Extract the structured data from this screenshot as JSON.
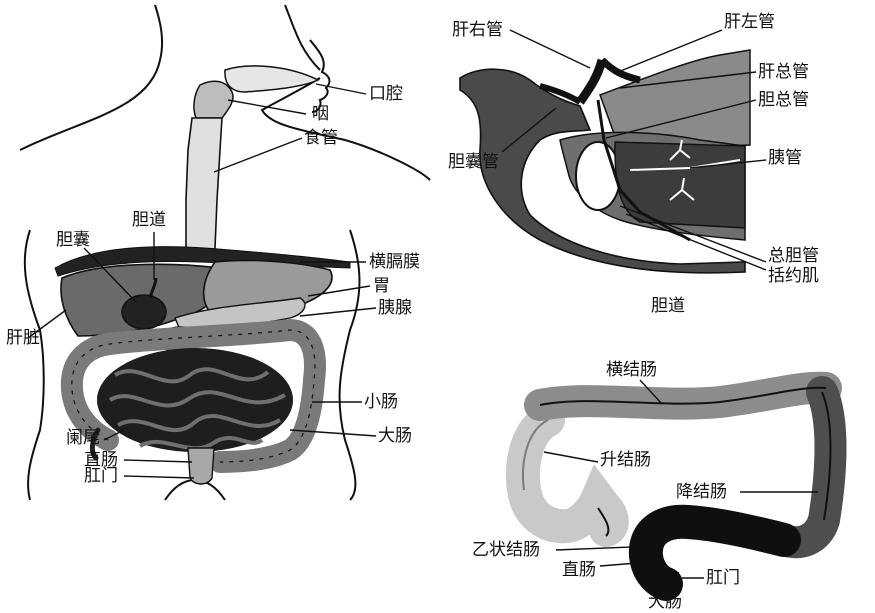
{
  "digestive": {
    "labels": {
      "mouth": "口腔",
      "pharynx": "咽",
      "esophagus": "食管",
      "bile_duct": "胆道",
      "gallbladder": "胆囊",
      "diaphragm": "横膈膜",
      "stomach": "胃",
      "pancreas": "胰腺",
      "liver": "肝脏",
      "small_intestine": "小肠",
      "appendix": "阑尾",
      "large_intestine": "大肠",
      "rectum": "直肠",
      "anus": "肛门"
    }
  },
  "biliary": {
    "caption": "胆道",
    "labels": {
      "right_hepatic_duct": "肝右管",
      "left_hepatic_duct": "肝左管",
      "common_hepatic_duct": "肝总管",
      "common_bile_duct": "胆总管",
      "cystic_duct": "胆囊管",
      "pancreatic_duct": "胰管",
      "common_bile_duct_2": "总胆管",
      "sphincter": "括约肌"
    }
  },
  "colon": {
    "caption": "大肠",
    "labels": {
      "transverse": "横结肠",
      "ascending": "升结肠",
      "descending": "降结肠",
      "sigmoid": "乙状结肠",
      "rectum": "直肠",
      "anus": "肛门"
    }
  }
}
